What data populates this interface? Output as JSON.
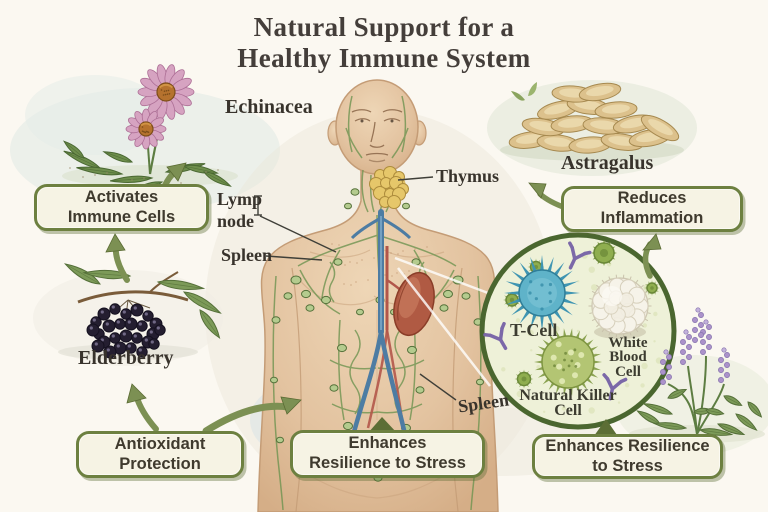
{
  "title": {
    "line1": "Natural Support for a",
    "line2": "Healthy Immune System"
  },
  "herb_labels": {
    "echinacea": "Echinacea",
    "astragalus": "Astragalus",
    "elderberry": "Elderberry"
  },
  "anatomy_labels": {
    "thymus": "Thymus",
    "lymph_node_line1": "Lymp",
    "lymph_node_line2": "node",
    "spleen_left": "Spleen",
    "spleen_right": "Spleen"
  },
  "cell_labels": {
    "t_cell": "T-Cell",
    "white_blood_cell": [
      "White",
      "Blood",
      "Cell"
    ],
    "natural_killer": [
      "Natural Killer",
      "Cell"
    ]
  },
  "benefit_boxes": {
    "activates_immune_cells": {
      "line1": "Activates",
      "line2": "Immune Cells"
    },
    "reduces_inflammation": {
      "line1": "Reduces",
      "line2": "Inflammation"
    },
    "antioxidant_protection": {
      "line1": "Antioxidant",
      "line2": "Protection"
    },
    "enhances_resilience_center": {
      "line1": "Enhances",
      "line2": "Resilience to Stress"
    },
    "enhances_resilience_right": {
      "line1": "Enhances Resilience",
      "line2": "to Stress"
    }
  },
  "colors": {
    "accent_green": "#6d8040",
    "arrow_green": "#7c9053",
    "box_fill": "#f6f3e4",
    "background": "#fbf8f1",
    "title_text": "#443e3a",
    "label_text": "#38332c"
  }
}
